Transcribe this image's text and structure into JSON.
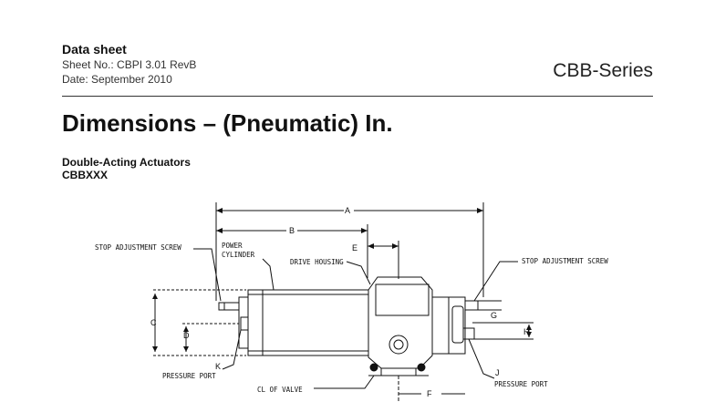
{
  "header": {
    "doc_type": "Data sheet",
    "sheet_no": "Sheet No.: CBPI 3.01 RevB",
    "date": "Date: September 2010",
    "series": "CBB-Series"
  },
  "title": "Dimensions – (Pneumatic) In.",
  "subtitle": {
    "line1": "Double-Acting Actuators",
    "line2": "CBBXXX"
  },
  "drawing": {
    "labels": {
      "stop_left": "STOP ADJUSTMENT SCREW",
      "power_cyl_1": "POWER",
      "power_cyl_2": "CYLINDER",
      "drive_housing": "DRIVE HOUSING",
      "stop_right": "STOP ADJUSTMENT SCREW",
      "pressure_left": "PRESSURE PORT",
      "pressure_right": "PRESSURE PORT",
      "cl_valve": "CL OF VALVE"
    },
    "dims": {
      "A": "A",
      "B": "B",
      "C": "C",
      "D": "D",
      "E": "E",
      "F": "F",
      "G": "G",
      "H": "H",
      "J": "J",
      "K": "K"
    }
  }
}
